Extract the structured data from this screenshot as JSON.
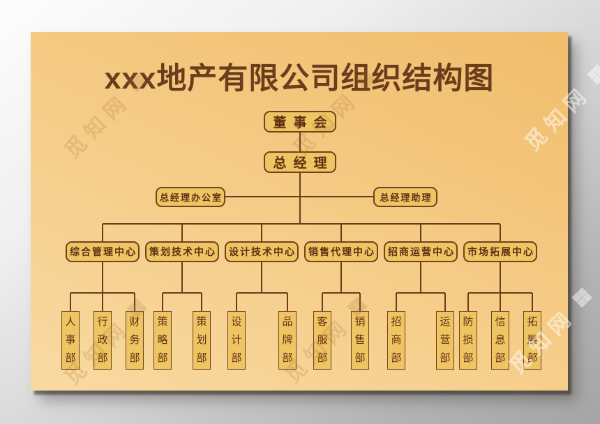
{
  "title": "xxx地产有限公司组织结构图",
  "watermark": {
    "text": "觅知网",
    "logo_glyph": "❖"
  },
  "org": {
    "board": "董事会",
    "general_manager": "总经理",
    "gm_office": "总经理办公室",
    "gm_assistant": "总经理助理",
    "centers": [
      {
        "label": "综合管理中心",
        "departments": [
          "人事部",
          "行政部",
          "财务部"
        ]
      },
      {
        "label": "策划技术中心",
        "departments": [
          "策略部",
          "策划部"
        ]
      },
      {
        "label": "设计技术中心",
        "departments": [
          "设计部",
          "品牌部"
        ]
      },
      {
        "label": "销售代理中心",
        "departments": [
          "客服部",
          "销售部"
        ]
      },
      {
        "label": "招商运营中心",
        "departments": [
          "招商部",
          "运营部"
        ]
      },
      {
        "label": "市场拓展中心",
        "departments": [
          "防损部",
          "信息部",
          "拓展部"
        ]
      }
    ]
  },
  "colors": {
    "poster_background": "#f5cb85",
    "box_fill": "#efc463",
    "box_border": "#70421d",
    "connector_line": "#6b3c1a",
    "text": "#5d3013",
    "title_text": "#6b3d1d"
  }
}
